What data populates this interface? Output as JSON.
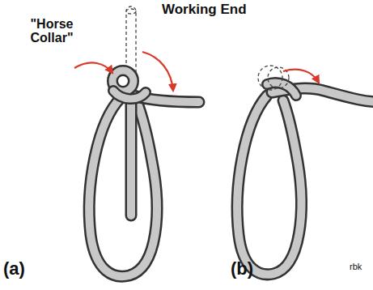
{
  "diagram": {
    "labels": [
      "Working End",
      "\"Horse Collar\"",
      "(a)",
      "(b)",
      "rbk"
    ]
  }
}
